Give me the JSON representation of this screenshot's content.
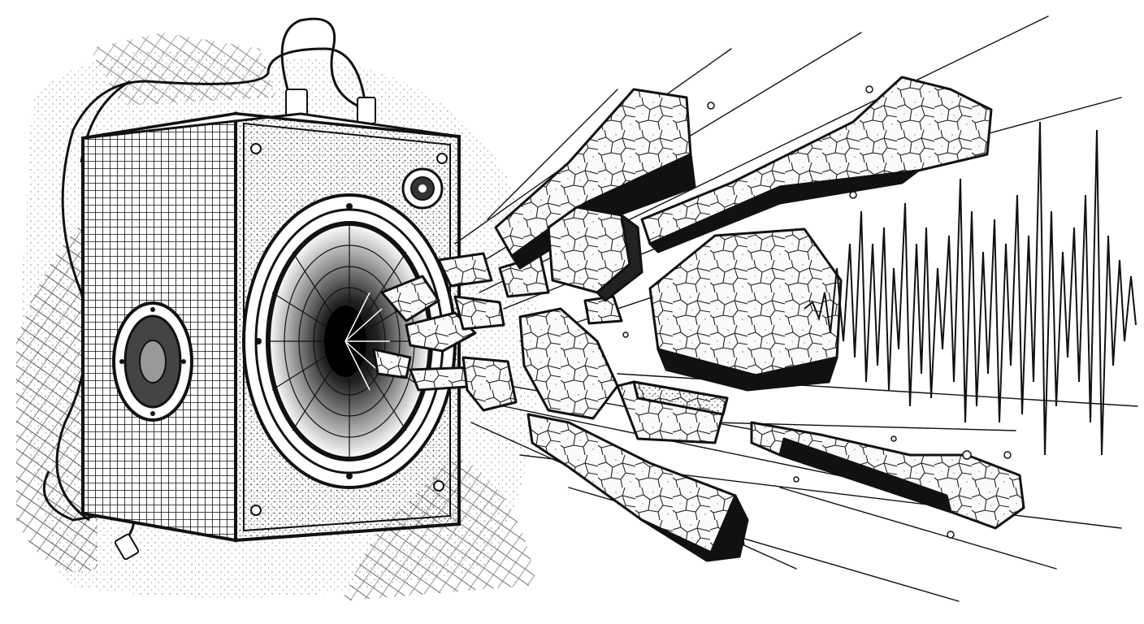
{
  "illustration": {
    "style": "black ink line drawing with stippling and crosshatching",
    "colors": {
      "ink": "#111111",
      "paper": "#ffffff",
      "stipple": "#555555",
      "speaker_face": "#f2f2f2",
      "crack": "#333333"
    },
    "subjects": [
      "speaker-cabinet",
      "woofer-cone",
      "tweeter",
      "grille-side-driver",
      "audio-cables",
      "shattering-stone-shards",
      "speed-lines",
      "sound-waveform"
    ]
  }
}
